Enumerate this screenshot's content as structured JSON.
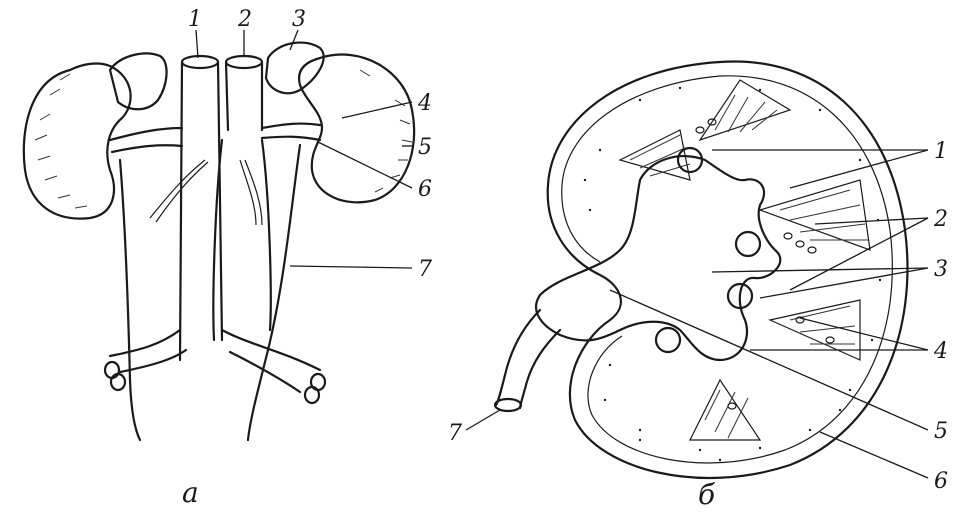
{
  "figure_a": {
    "caption": "а",
    "labels": [
      "1",
      "2",
      "3",
      "4",
      "5",
      "6",
      "7"
    ]
  },
  "figure_b": {
    "caption": "б",
    "labels": [
      "1",
      "2",
      "3",
      "4",
      "5",
      "6",
      "7"
    ]
  },
  "colors": {
    "ink": "#1a1a1a",
    "paper": "#ffffff"
  }
}
